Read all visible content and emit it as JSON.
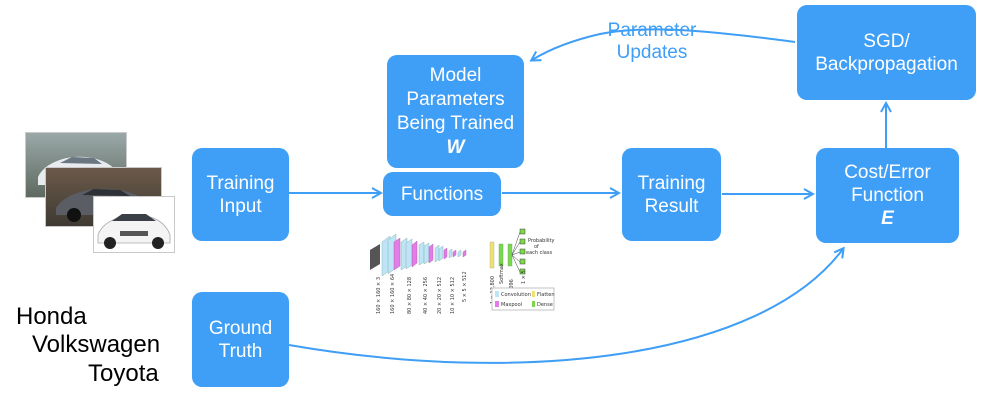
{
  "boxes": {
    "training_input": [
      "Training",
      "Input"
    ],
    "ground_truth": [
      "Ground",
      "Truth"
    ],
    "model_params": [
      "Model",
      "Parameters",
      "Being Trained"
    ],
    "model_var": "W",
    "functions": "Functions",
    "training_result": [
      "Training",
      "Result"
    ],
    "cost_error": [
      "Cost/Error",
      "Function"
    ],
    "cost_var": "E",
    "sgd": [
      "SGD/",
      "Backpropagation"
    ]
  },
  "param_updates": [
    "Parameter",
    "Updates"
  ],
  "brands": [
    "Honda",
    "Volkswagen",
    "Toyota"
  ],
  "cnn": {
    "dims": [
      "160 × 160 × 3",
      "160 × 160 × 64",
      "80 × 80 × 128",
      "40 × 40 × 256",
      "20 × 20 × 512",
      "10 × 10 × 512",
      "5 × 5 × 512"
    ],
    "dense_dims": [
      "1 × 12,800",
      "1 × 4,096",
      "1 × 5"
    ],
    "output_label": [
      "Probability",
      "of",
      "each class"
    ],
    "softmax": "Softmax",
    "legend": [
      "Convolution",
      "Maxpool",
      "Flatten",
      "Dense"
    ]
  },
  "colors": {
    "accent": "#3f9ef6",
    "text": "#ffffff"
  }
}
